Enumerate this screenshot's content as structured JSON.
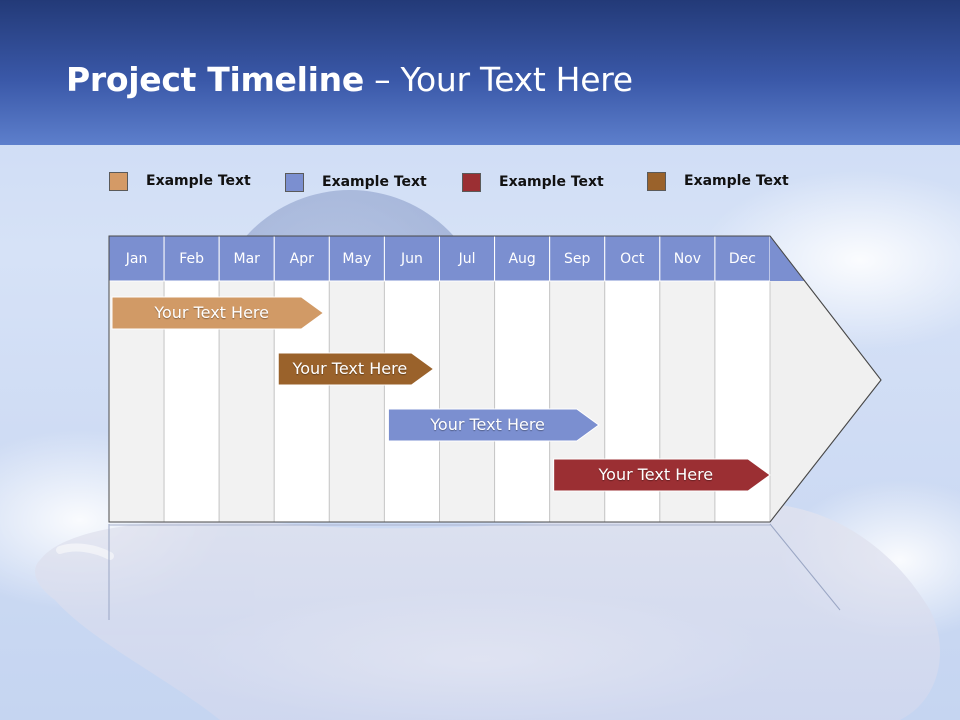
{
  "title": {
    "bold": "Project Timeline",
    "rest": " – Your Text Here"
  },
  "legend": [
    {
      "label": "Example Text",
      "color": "#d49a66"
    },
    {
      "label": "Example Text",
      "color": "#7b8fd0"
    },
    {
      "label": "Example Text",
      "color": "#9b2f33"
    },
    {
      "label": "Example Text",
      "color": "#9a622b"
    }
  ],
  "months": [
    "Jan",
    "Feb",
    "Mar",
    "Apr",
    "May",
    "Jun",
    "Jul",
    "Aug",
    "Sep",
    "Oct",
    "Nov",
    "Dec"
  ],
  "tasks": [
    {
      "label": "Your  Text Here",
      "color": "#d19a66",
      "start_month": "Jan",
      "end_month": "Apr"
    },
    {
      "label": "Your  Text Here",
      "color": "#9a622b",
      "start_month": "Apr",
      "end_month": "Jun"
    },
    {
      "label": "Your  Text Here",
      "color": "#7b8fd0",
      "start_month": "Jun",
      "end_month": "Sep"
    },
    {
      "label": "Your  Text Here",
      "color": "#9b2f33",
      "start_month": "Sep",
      "end_month": "Dec"
    }
  ],
  "colors": {
    "header": "#3a58a8",
    "month_header": "#7b8fd0",
    "grid_light": "#f2f2f2",
    "grid_white": "#ffffff"
  }
}
